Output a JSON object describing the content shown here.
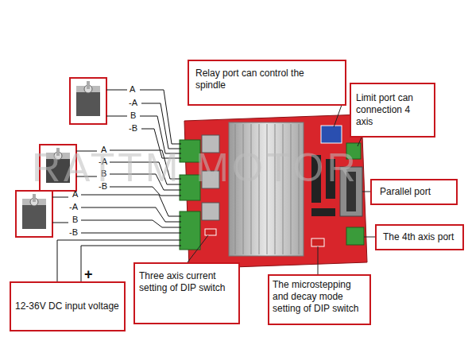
{
  "diagram": {
    "nodes": [
      {
        "text": [
          "Relay port can control the spindle"
        ]
      },
      {
        "text": [
          "Limit port can connection 4 axis"
        ]
      },
      {
        "text": [
          "Parallel port"
        ]
      },
      {
        "text": [
          "The 4th axis port"
        ]
      },
      {
        "text": [
          "12-36V DC input voltage"
        ]
      },
      {
        "text": [
          "Three axis current setting of DIP switch"
        ]
      },
      {
        "text": [
          "The microstepping and decay mode setting of DIP switch"
        ]
      }
    ],
    "labels": [
      "A",
      "-A",
      "B",
      "-B",
      "A",
      "-A",
      "B",
      "-B",
      "A",
      "-A",
      "B",
      "-B",
      "+",
      "RATTM MOTOR"
    ]
  }
}
